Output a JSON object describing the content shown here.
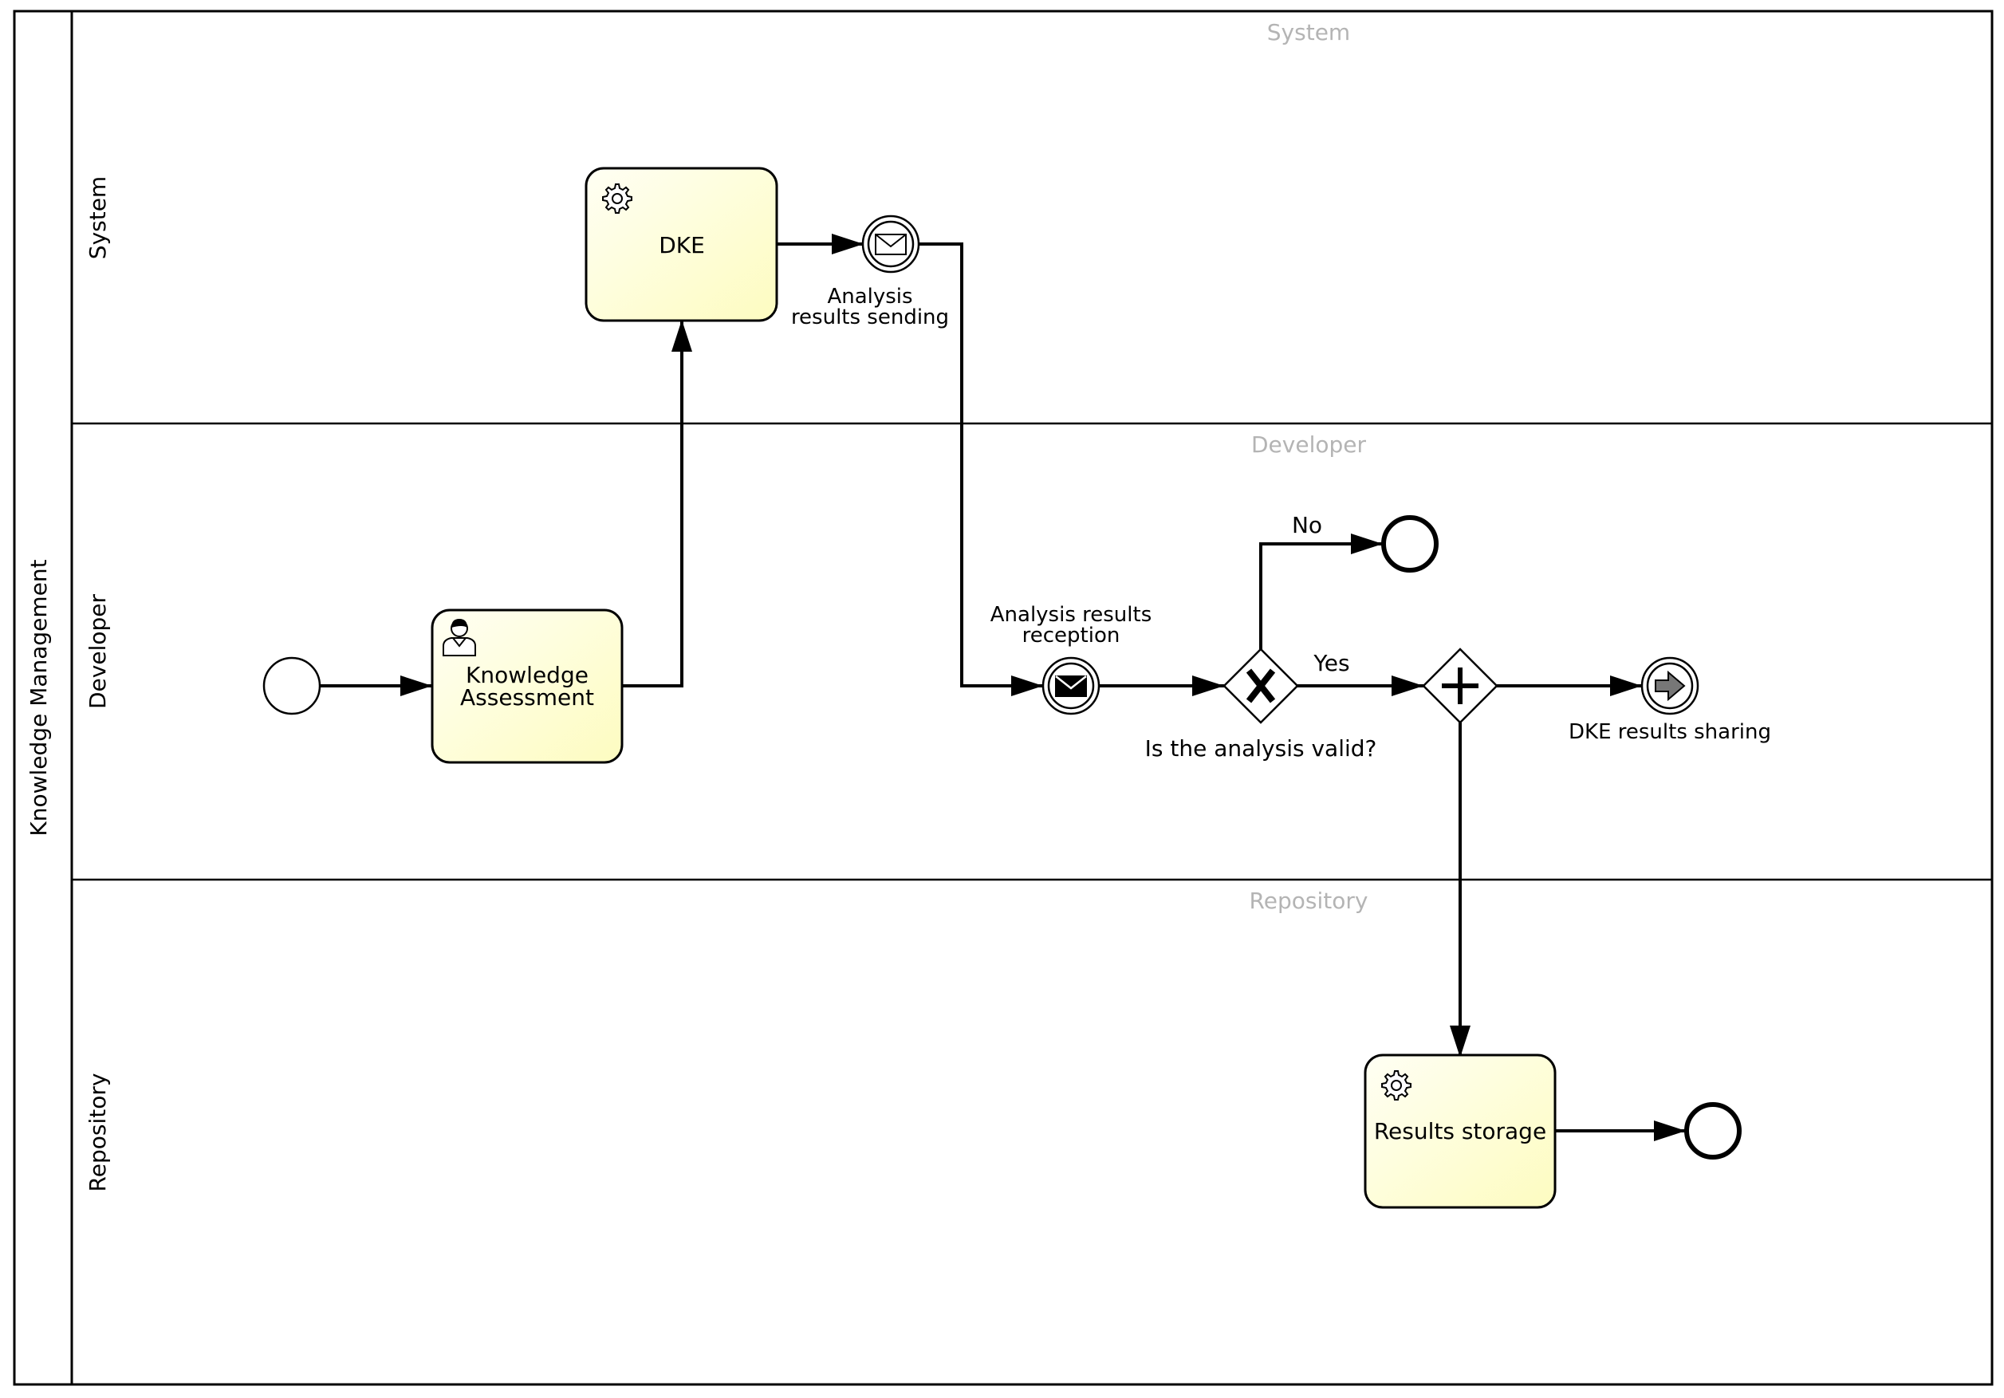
{
  "pool": {
    "label": "Knowledge Management"
  },
  "lanes": [
    {
      "id": "system",
      "label": "System",
      "watermark": "System"
    },
    {
      "id": "developer",
      "label": "Developer",
      "watermark": "Developer"
    },
    {
      "id": "repository",
      "label": "Repository",
      "watermark": "Repository"
    }
  ],
  "tasks": {
    "dke": {
      "label": "DKE",
      "type": "service",
      "icon": "gear-icon"
    },
    "knowledge_assessment": {
      "label_line1": "Knowledge",
      "label_line2": "Assessment",
      "type": "user",
      "icon": "person-icon"
    },
    "results_storage": {
      "label": "Results storage",
      "type": "service",
      "icon": "gear-icon"
    }
  },
  "events": {
    "analysis_results_sending": {
      "label_line1": "Analysis",
      "label_line2": "results sending",
      "type": "intermediate-throw-message",
      "icon": "envelope-icon"
    },
    "analysis_results_reception": {
      "label_line1": "Analysis results",
      "label_line2": "reception",
      "type": "intermediate-catch-message",
      "icon": "envelope-icon"
    },
    "dke_results_sharing": {
      "label": "DKE results sharing",
      "type": "intermediate-link",
      "icon": "arrow-icon"
    }
  },
  "gateways": {
    "validity": {
      "label": "Is the analysis valid?",
      "type": "exclusive",
      "icon": "x-icon"
    },
    "parallel": {
      "type": "parallel",
      "icon": "plus-icon"
    }
  },
  "flow_labels": {
    "no": "No",
    "yes": "Yes"
  },
  "colors": {
    "task_fill_light": "#fffff2",
    "task_fill_dark": "#fefdc8",
    "stroke": "#000000",
    "watermark": "#b4b4b4",
    "link_arrow_fill": "#777777"
  }
}
